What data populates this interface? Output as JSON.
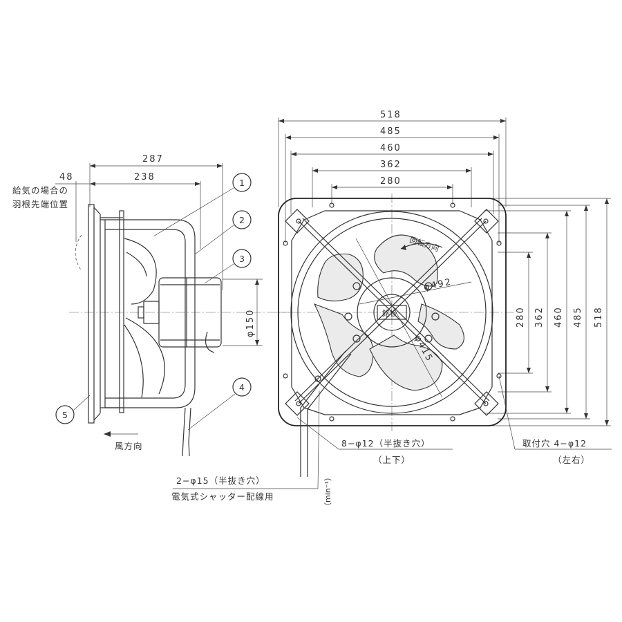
{
  "side_view": {
    "dims": {
      "d287": "287",
      "d238": "238",
      "d48": "48",
      "d150": "φ150"
    },
    "note_intake": [
      "給気の場合の",
      "羽根先端位置"
    ],
    "wind_direction": "風方向",
    "callouts": [
      "1",
      "2",
      "3",
      "4",
      "5"
    ],
    "cable_hole": "2−φ15（半抜き穴）",
    "cable_note": "電気式シャッター配線用"
  },
  "front_view": {
    "width_dims": [
      "518",
      "485",
      "460",
      "362",
      "280"
    ],
    "height_dims": [
      "280",
      "362",
      "460",
      "485",
      "518"
    ],
    "diameter_492": "φ492",
    "diameter_415": "φ415",
    "rotation_label": "回転方向",
    "hub_label": "銘板",
    "hole_updown": "8−φ12（半抜き穴）",
    "updown_label": "（上下）",
    "mount_holes": "取付穴  4−φ12",
    "leftright_label": "（左右）",
    "rpm_unit": "（min⁻¹）"
  }
}
